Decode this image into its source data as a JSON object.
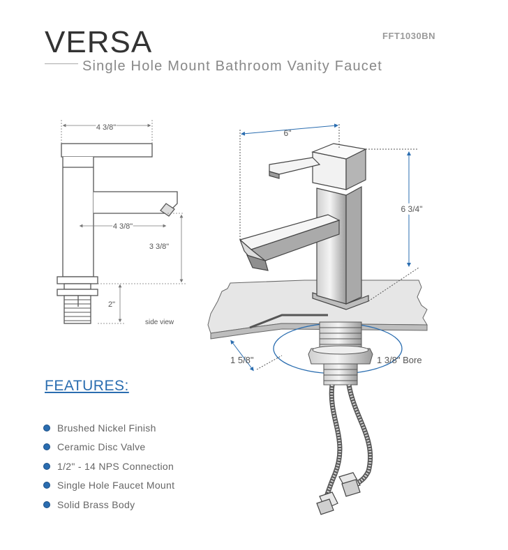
{
  "header": {
    "title": "VERSA",
    "sku": "FFT1030BN",
    "subtitle": "Single Hole Mount Bathroom Vanity Faucet"
  },
  "side_view": {
    "top_width": "4 3/8\"",
    "spout_reach": "4 3/8\"",
    "spout_height": "3 3/8\"",
    "thread_length": "2\"",
    "caption": "side view"
  },
  "main_view": {
    "width": "6\"",
    "height": "6 3/4\"",
    "deck_thickness": "1 5/8\"",
    "bore": "1 3/8\" Bore"
  },
  "features": {
    "title": "FEATURES:",
    "items": [
      "Brushed Nickel Finish",
      "Ceramic Disc Valve",
      "1/2\" - 14 NPS Connection",
      "Single Hole Faucet Mount",
      "Solid Brass Body"
    ]
  },
  "colors": {
    "accent": "#2a6db0",
    "dimension": "#2a6db0",
    "text": "#444444"
  }
}
